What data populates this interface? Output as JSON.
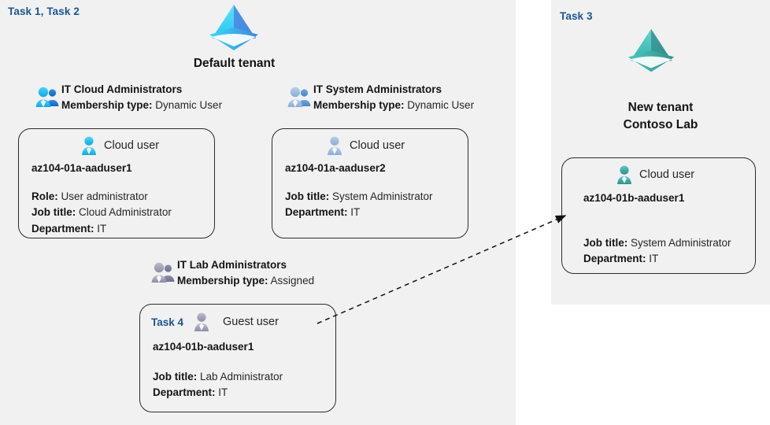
{
  "panels": {
    "default": {
      "task_label": "Task 1, Task 2",
      "tenant_title": "Default tenant",
      "tenant_icon": "azure-ad-tenant-icon"
    },
    "new": {
      "task_label": "Task 3",
      "tenant_title_line1": "New  tenant",
      "tenant_title_line2": "Contoso Lab",
      "tenant_icon": "azure-ad-tenant-icon"
    }
  },
  "groups": [
    {
      "name": "IT Cloud Administrators",
      "membership_key": "Membership type:",
      "membership_value": "Dynamic User",
      "icon": "group-users-icon"
    },
    {
      "name": "IT System Administrators",
      "membership_key": "Membership type:",
      "membership_value": "Dynamic User",
      "icon": "group-users-icon"
    },
    {
      "name": "IT Lab Administrators",
      "membership_key": "Membership type:",
      "membership_value": "Assigned",
      "icon": "group-users-icon"
    }
  ],
  "cards": [
    {
      "task": "",
      "user_type": "Cloud user",
      "icon": "cloud-user-icon",
      "name": "az104-01a-aaduser1",
      "props": [
        {
          "key": "Role:",
          "value": "User administrator"
        },
        {
          "key": "Job title:",
          "value": "Cloud Administrator"
        },
        {
          "key": "Department:",
          "value": "IT"
        }
      ]
    },
    {
      "task": "",
      "user_type": "Cloud user",
      "icon": "cloud-user-icon",
      "name": "az104-01a-aaduser2",
      "props": [
        {
          "key": "Job title:",
          "value": "System Administrator"
        },
        {
          "key": "Department:",
          "value": "IT"
        }
      ]
    },
    {
      "task": "Task 4",
      "user_type": "Guest user",
      "icon": "guest-user-icon",
      "name": "az104-01b-aaduser1",
      "props": [
        {
          "key": "Job title:",
          "value": "Lab Administrator"
        },
        {
          "key": "Department:",
          "value": "IT"
        }
      ]
    },
    {
      "task": "",
      "user_type": "Cloud user",
      "icon": "cloud-user-icon",
      "name": "az104-01b-aaduser1",
      "props": [
        {
          "key": "Job title:",
          "value": "System Administrator"
        },
        {
          "key": "Department:",
          "value": "IT"
        }
      ]
    }
  ],
  "colors": {
    "task_blue": "#1a5591",
    "panel_bg": "#f1f1f1",
    "card_border": "#2b2b2b",
    "cyan_accent": "#2ec4f0",
    "blue_accent": "#3f8fd8",
    "teal_accent": "#3aa9a5",
    "gray_accent": "#9a9aaa"
  },
  "connector": {
    "style": "dashed-arrow",
    "from": "guest-user-card",
    "to": "contoso-lab-cloud-user-card"
  }
}
